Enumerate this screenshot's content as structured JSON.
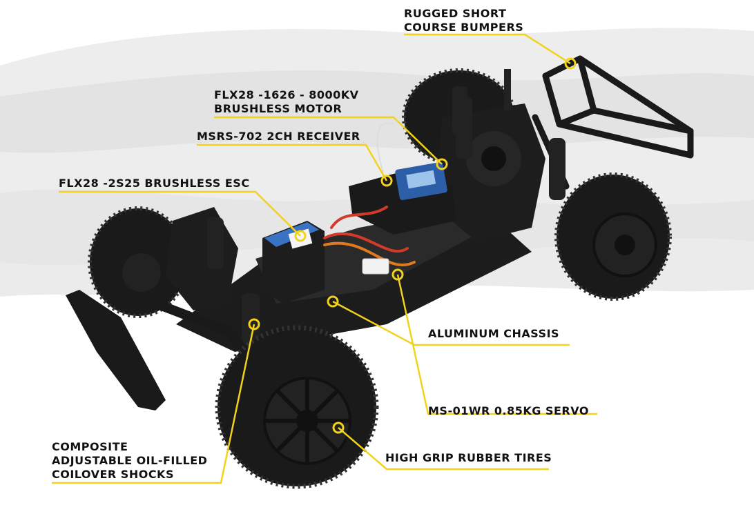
{
  "callouts": {
    "bumpers": {
      "lines": [
        "RUGGED SHORT",
        "COURSE BUMPERS"
      ]
    },
    "motor": {
      "lines": [
        "FLX28 -1626 - 8000KV",
        "BRUSHLESS MOTOR"
      ]
    },
    "receiver": {
      "lines": [
        "MSRS-702 2CH RECEIVER"
      ]
    },
    "esc": {
      "lines": [
        "FLX28 -2S25 BRUSHLESS ESC"
      ]
    },
    "chassis": {
      "lines": [
        "ALUMINUM CHASSIS"
      ]
    },
    "servo": {
      "lines": [
        "MS-01WR 0.85KG SERVO"
      ]
    },
    "shocks": {
      "lines": [
        "COMPOSITE",
        "ADJUSTABLE OIL-FILLED",
        "COILOVER SHOCKS"
      ]
    },
    "tires": {
      "lines": [
        "HIGH GRIP RUBBER TIRES"
      ]
    }
  },
  "colors": {
    "accent": "#f2d21b",
    "vehicle": "#1a1a1a",
    "background_stroke": "#e6e6e6",
    "text": "#111111"
  }
}
